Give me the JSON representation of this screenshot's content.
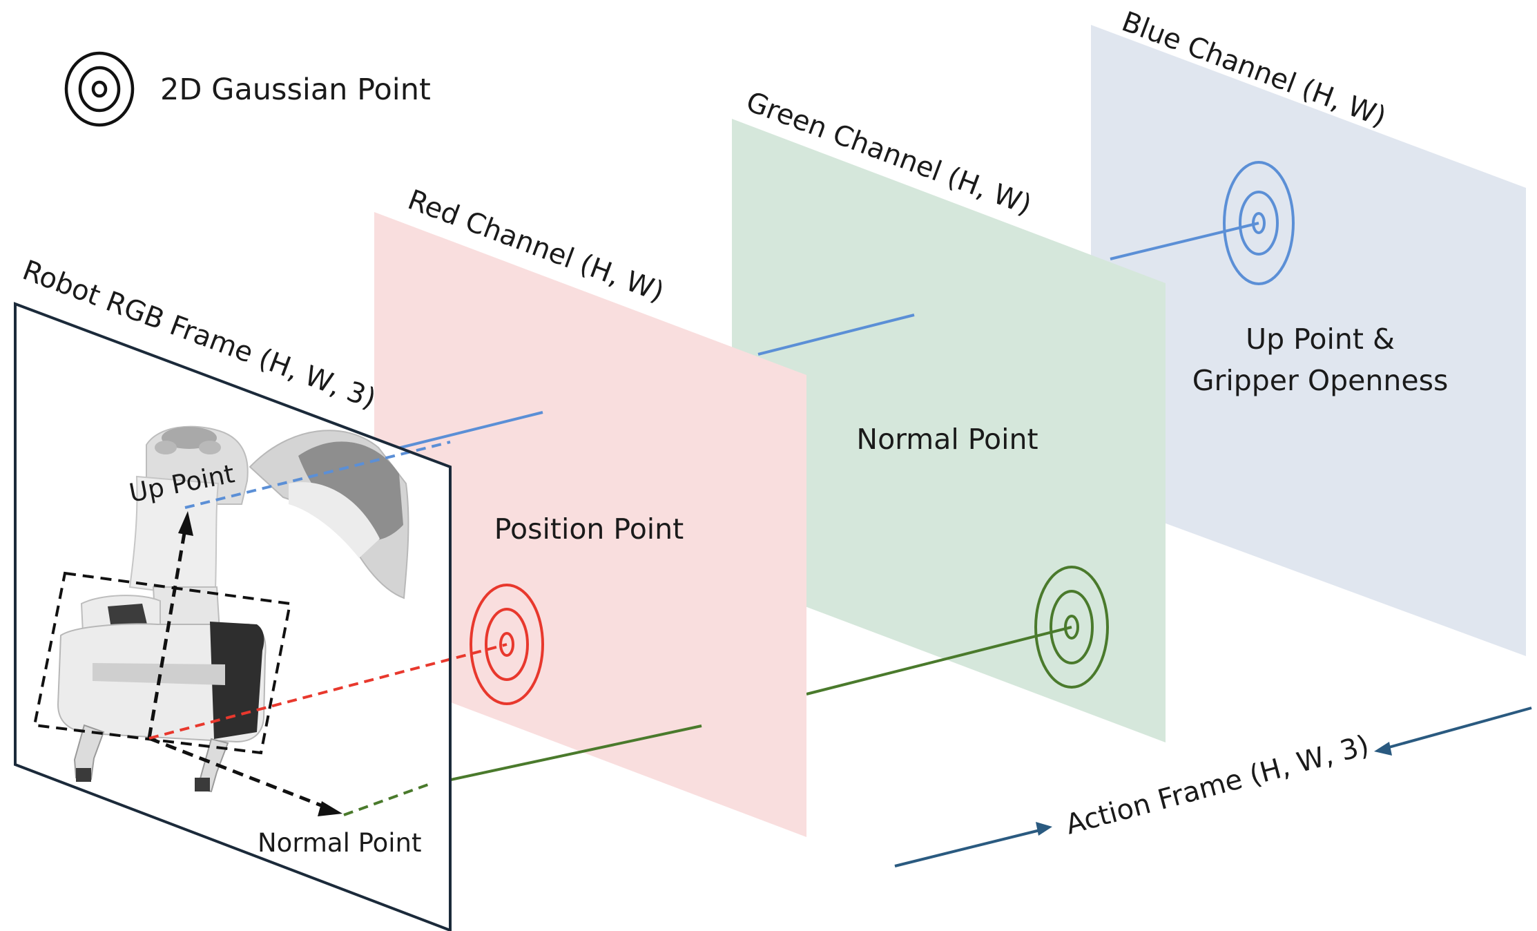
{
  "legend": {
    "label": "2D Gaussian Point",
    "icon": "concentric-circles-icon"
  },
  "frames": {
    "robot": {
      "title": "Robot RGB Frame (H, W, 3)"
    },
    "red": {
      "title": "Red Channel (H, W)",
      "center_label": "Position Point",
      "color": "#f9dede"
    },
    "green": {
      "title": "Green Channel (H, W)",
      "center_label": "Normal Point",
      "color": "#d5e7db"
    },
    "blue": {
      "title": "Blue Channel (H, W)",
      "center_label_line1": "Up Point &",
      "center_label_line2": "Gripper Openness",
      "color": "#e0e6ef"
    }
  },
  "robot_labels": {
    "up_point": "Up Point",
    "normal_point": "Normal Point"
  },
  "action_frame": {
    "label": "Action Frame (H, W, 3)"
  },
  "colors": {
    "red_point": "#e8382d",
    "green_point": "#4a7a2c",
    "blue_point": "#5b8fd6",
    "arrow": "#2a5a80",
    "frame_border": "#1b2a3a"
  }
}
